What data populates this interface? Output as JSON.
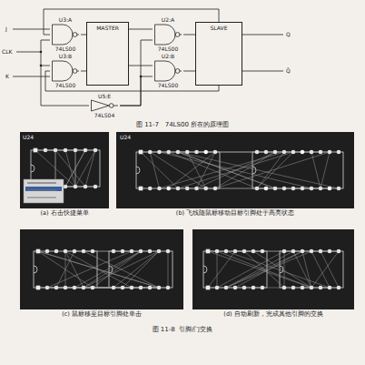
{
  "diagram": {
    "caption": "图 11-8  引脚/门交换",
    "nodes": [
      {
        "text": [
          "U3:A",
          "74LS00"
        ]
      },
      {
        "text": [
          "U3:B",
          "74LS00"
        ]
      },
      {
        "text": [
          "MASTER"
        ]
      },
      {
        "text": [
          "U2:A",
          "74LS00"
        ]
      },
      {
        "text": [
          "U2:B",
          "74LS00"
        ]
      },
      {
        "text": [
          "SLAVE"
        ]
      },
      {
        "text": [
          "U5:E",
          "74LS04"
        ]
      }
    ],
    "edges": [
      {
        "from": 0,
        "to": 2,
        "arrow": "none"
      },
      {
        "from": 1,
        "to": 2,
        "arrow": "none"
      },
      {
        "from": 2,
        "to": 3,
        "arrow": "none"
      },
      {
        "from": 2,
        "to": 4,
        "arrow": "none"
      },
      {
        "from": 3,
        "to": 5,
        "arrow": "none"
      },
      {
        "from": 4,
        "to": 5,
        "arrow": "none"
      },
      {
        "from": 6,
        "to": 3,
        "arrow": "none"
      },
      {
        "from": 6,
        "to": 4,
        "arrow": "none"
      },
      {
        "from": 5,
        "to": 0,
        "arrow": "none"
      },
      {
        "from": 5,
        "to": 1,
        "arrow": "none"
      }
    ],
    "labels": [
      "J",
      "CLK",
      "K",
      "Q",
      "Q̄",
      "图 11-7   74LS00 所在的原理图",
      "U24",
      "U24",
      "(a) 右击快捷菜单",
      "(b) 飞线随鼠标移动目标引脚处于高亮状态",
      "(c) 鼠标移至目标引脚处单击",
      "(d) 自动刷新，完成其他引脚的交换"
    ]
  }
}
